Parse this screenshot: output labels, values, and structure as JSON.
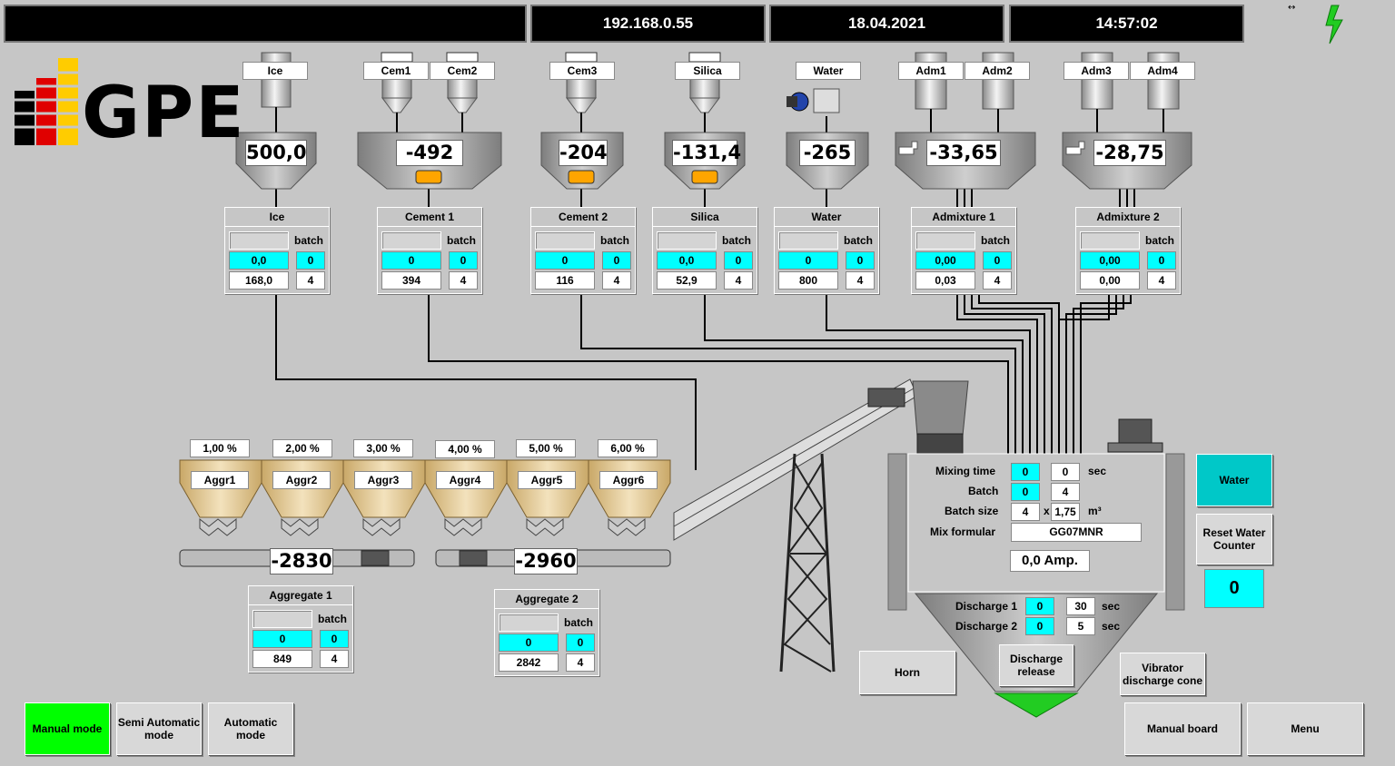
{
  "header": {
    "blank": "",
    "ip": "192.168.0.55",
    "date": "18.04.2021",
    "time": "14:57:02"
  },
  "logo": {
    "text": "GPE"
  },
  "silos": [
    {
      "label": "Ice"
    },
    {
      "label": "Cem1"
    },
    {
      "label": "Cem2"
    },
    {
      "label": "Cem3"
    },
    {
      "label": "Silica"
    },
    {
      "label": "Water"
    },
    {
      "label": "Adm1"
    },
    {
      "label": "Adm2"
    },
    {
      "label": "Adm3"
    },
    {
      "label": "Adm4"
    }
  ],
  "scales": [
    {
      "value": "500,0"
    },
    {
      "value": "-492"
    },
    {
      "value": "-204"
    },
    {
      "value": "-131,4"
    },
    {
      "value": "-265"
    },
    {
      "value": "-33,65"
    },
    {
      "value": "-28,75"
    }
  ],
  "batch_header": "batch",
  "panels": [
    {
      "title": "Ice",
      "setpoint": "",
      "actual": "0,0",
      "batch_actual": "0",
      "total": "168,0",
      "batch_total": "4"
    },
    {
      "title": "Cement 1",
      "setpoint": "",
      "actual": "0",
      "batch_actual": "0",
      "total": "394",
      "batch_total": "4"
    },
    {
      "title": "Cement 2",
      "setpoint": "",
      "actual": "0",
      "batch_actual": "0",
      "total": "116",
      "batch_total": "4"
    },
    {
      "title": "Silica",
      "setpoint": "",
      "actual": "0,0",
      "batch_actual": "0",
      "total": "52,9",
      "batch_total": "4"
    },
    {
      "title": "Water",
      "setpoint": "",
      "actual": "0",
      "batch_actual": "0",
      "total": "800",
      "batch_total": "4"
    },
    {
      "title": "Admixture 1",
      "setpoint": "",
      "actual": "0,00",
      "batch_actual": "0",
      "total": "0,03",
      "batch_total": "4"
    },
    {
      "title": "Admixture 2",
      "setpoint": "",
      "actual": "0,00",
      "batch_actual": "0",
      "total": "0,00",
      "batch_total": "4"
    },
    {
      "title": "Aggregate 1",
      "setpoint": "",
      "actual": "0",
      "batch_actual": "0",
      "total": "849",
      "batch_total": "4"
    },
    {
      "title": "Aggregate 2",
      "setpoint": "",
      "actual": "0",
      "batch_actual": "0",
      "total": "2842",
      "batch_total": "4"
    }
  ],
  "aggregates": [
    {
      "label": "Aggr1",
      "moisture": "1,00 %"
    },
    {
      "label": "Aggr2",
      "moisture": "2,00 %"
    },
    {
      "label": "Aggr3",
      "moisture": "3,00 %"
    },
    {
      "label": "Aggr4",
      "moisture": "4,00 %"
    },
    {
      "label": "Aggr5",
      "moisture": "5,00 %"
    },
    {
      "label": "Aggr6",
      "moisture": "6,00 %"
    }
  ],
  "aggregate_scales": [
    {
      "value": "-2830"
    },
    {
      "value": "-2960"
    }
  ],
  "mixer": {
    "mixing_time_label": "Mixing time",
    "mixing_time_actual": "0",
    "mixing_time_set": "0",
    "mixing_time_unit": "sec",
    "batch_label": "Batch",
    "batch_actual": "0",
    "batch_total": "4",
    "batch_size_label": "Batch size",
    "batch_size_count": "4",
    "batch_size_x": "x",
    "batch_size_volume": "1,75",
    "batch_size_unit": "m³",
    "mix_formula_label": "Mix formular",
    "mix_formula": "GG07MNR",
    "amps": "0,0 Amp.",
    "discharge1_label": "Discharge 1",
    "discharge1_actual": "0",
    "discharge1_set": "30",
    "discharge1_unit": "sec",
    "discharge2_label": "Discharge 2",
    "discharge2_actual": "0",
    "discharge2_set": "5",
    "discharge2_unit": "sec"
  },
  "buttons": {
    "water": "Water",
    "reset_water": "Reset Water Counter",
    "water_counter": "0",
    "horn": "Horn",
    "discharge_release": "Discharge release",
    "vibrator": "Vibrator discharge cone",
    "manual_mode": "Manual mode",
    "semi_auto": "Semi Automatic mode",
    "auto": "Automatic mode",
    "manual_board": "Manual board",
    "menu": "Menu"
  },
  "colors": {
    "background": "#c6c6c6",
    "cyan": "#00ffff",
    "teal_button": "#00c8c8",
    "manual_mode_active": "#00ff00",
    "aggregate_bin": "#e6cfa0",
    "weigher_orange": "#ffa500",
    "power_indicator": "#22cc22"
  },
  "icons": [
    "lightning-icon",
    "resize-arrows-icon",
    "faucet-icon",
    "valve-icon",
    "motor-icon",
    "weigher-icon"
  ]
}
